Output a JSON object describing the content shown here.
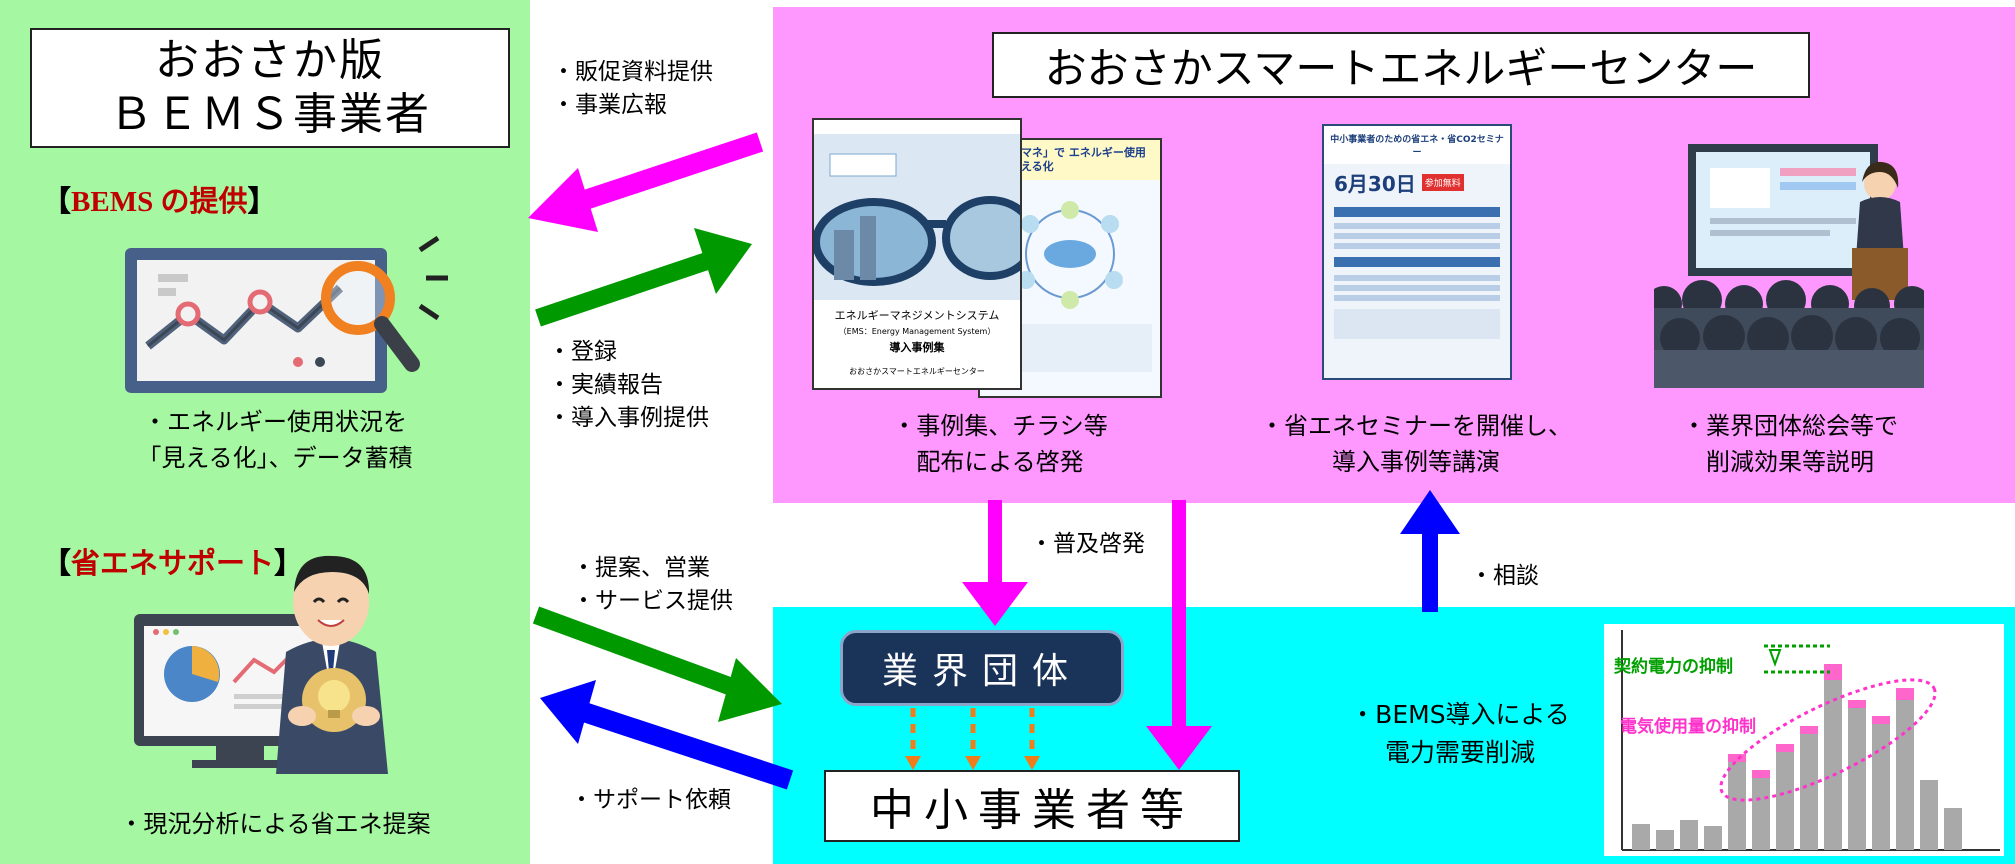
{
  "left_panel": {
    "title_line1": "おおさか版",
    "title_line2": "ＢＥＭＳ事業者",
    "section1_open": "【",
    "section1_text": "BEMS の提供",
    "section1_close": "】",
    "section1_caption_line1": "・エネルギー使用状況を",
    "section1_caption_line2": "「見える化」、データ蓄積",
    "section2_open": "【",
    "section2_text": "省エネサポート",
    "section2_close": "】",
    "section2_caption": "・現況分析による省エネ提案"
  },
  "center_center": {
    "title": "おおさかスマートエネルギーセンター",
    "caption1_line1": "・事例集、チラシ等",
    "caption1_line2": "配布による啓発",
    "caption2_line1": "・省エネセミナーを開催し、",
    "caption2_line2": "導入事例等講演",
    "caption3_line1": "・業界団体総会等で",
    "caption3_line2": "削減効果等説明",
    "brochure_line1": "エネルギーマネジメントシステム",
    "brochure_line2": "（EMS：Energy Management System）",
    "brochure_line3": "導入事例集",
    "brochure_footer": "おおさかスマートエネルギーセンター",
    "flyer_heading": "「エネマネ」で エネルギー使用量を見える化",
    "seminar_title": "中小事業者のための省エネ・省CO2セミナー",
    "seminar_date": "6月30日",
    "seminar_free": "参加無料"
  },
  "arrows": {
    "pink_left_label_line1": "・販促資料提供",
    "pink_left_label_line2": "・事業広報",
    "green_right_label_line1": "・登録",
    "green_right_label_line2": "・実績報告",
    "green_right_label_line3": "・導入事例提供",
    "green_lower_label_line1": "・提案、営業",
    "green_lower_label_line2": "・サービス提供",
    "blue_lower_label": "・サポート依頼",
    "pink_down_label": "・普及啓発",
    "blue_up_label": "・相談"
  },
  "bottom": {
    "industry_group": "業界団体",
    "sme": "中小事業者等",
    "reduction_line1": "・BEMS導入による",
    "reduction_line2": "電力需要削減",
    "chart_label_contract": "契約電力の抑制",
    "chart_label_usage": "電気使用量の抑制"
  },
  "colors": {
    "green_panel": "#a6f7a1",
    "pink_panel": "#fe97fe",
    "cyan_panel": "#00ffff",
    "pink_arrow": "#ff00ff",
    "green_arrow": "#009900",
    "blue_arrow": "#0000ff",
    "orange_arrow": "#f07d1a",
    "navy_box": "#1a3358"
  }
}
